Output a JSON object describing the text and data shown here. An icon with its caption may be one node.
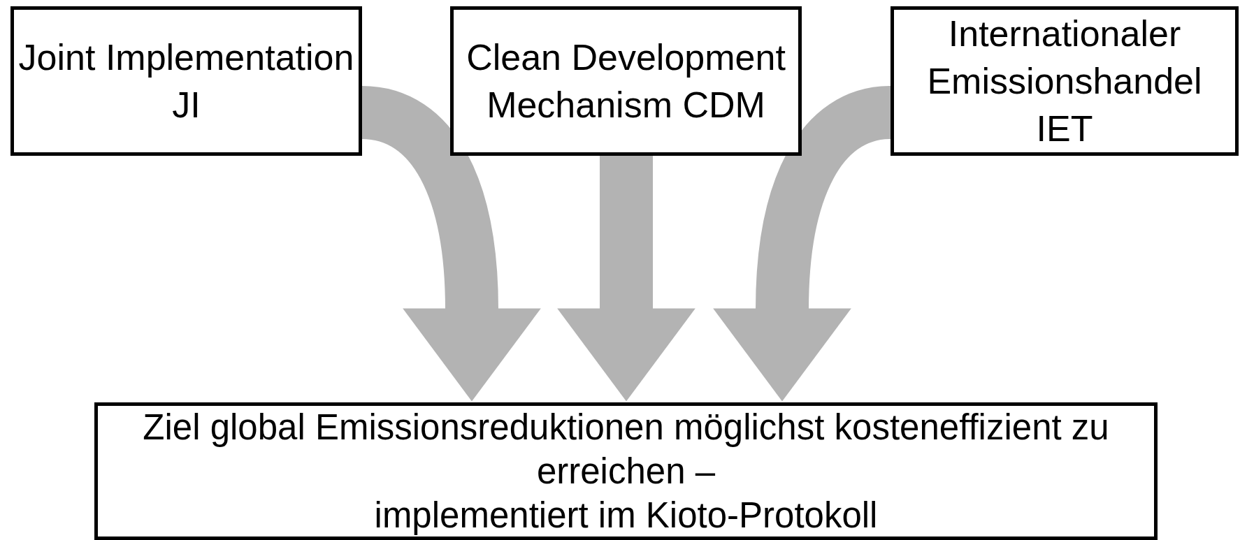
{
  "diagram": {
    "nodes": [
      {
        "text": [
          "Joint Implementation JI"
        ]
      },
      {
        "text": [
          "Clean Development Mechanism CDM"
        ]
      },
      {
        "text": [
          "Internationaler Emissionshandel IET"
        ]
      },
      {
        "text": [
          "Ziel global Emissionsreduktionen möglichst kosteneffizient zu erreichen  –",
          "implementiert im Kioto-Protokoll"
        ]
      }
    ],
    "edges": [
      {
        "from": 0,
        "to": 3,
        "arrow": "to"
      },
      {
        "from": 1,
        "to": 3,
        "arrow": "to"
      },
      {
        "from": 2,
        "to": 3,
        "arrow": "to"
      }
    ]
  }
}
